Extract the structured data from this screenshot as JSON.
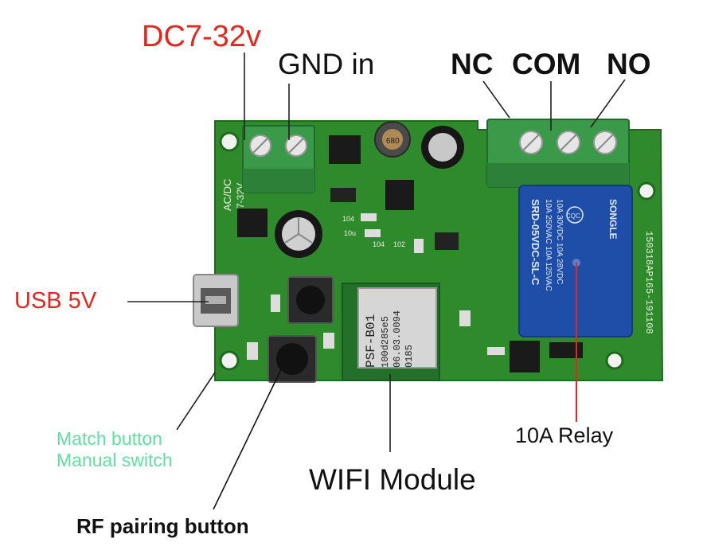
{
  "labels": {
    "dc_voltage": "DC7-32v",
    "gnd_in": "GND in",
    "nc": "NC",
    "com": "COM",
    "no": "NO",
    "usb": "USB 5V",
    "match_button": "Match button",
    "manual_switch": "Manual switch",
    "rf_pairing": "RF pairing button",
    "wifi_module": "WIFI Module",
    "relay": "10A Relay"
  },
  "board_text": {
    "acdc": "AC/DC",
    "voltage_side": "7-32V",
    "module_line1": "PSF-B01",
    "module_line2": "100d285e5",
    "module_line3": "06.03.0094",
    "module_line4": "0185",
    "relay_line1": "10A 250VAC 10A 125VAC",
    "relay_line2": "10A 30VDC 10A 28VDC",
    "relay_model": "SRD-05VDC-SL-C",
    "relay_brand": "SONGLE",
    "relay_badge": "CQC",
    "pcb_code": "150318AP165-191108",
    "inductor": "680",
    "silk_104a": "104",
    "silk_10u": "10u",
    "silk_104b": "104",
    "silk_102": "102"
  },
  "colors": {
    "pcb": "#2f8a2c",
    "terminal": "#3a9a4a",
    "relay": "#1f4ea8",
    "red_label": "#e0281e",
    "green_label": "#5fe0a0",
    "dark_text": "#111111"
  }
}
